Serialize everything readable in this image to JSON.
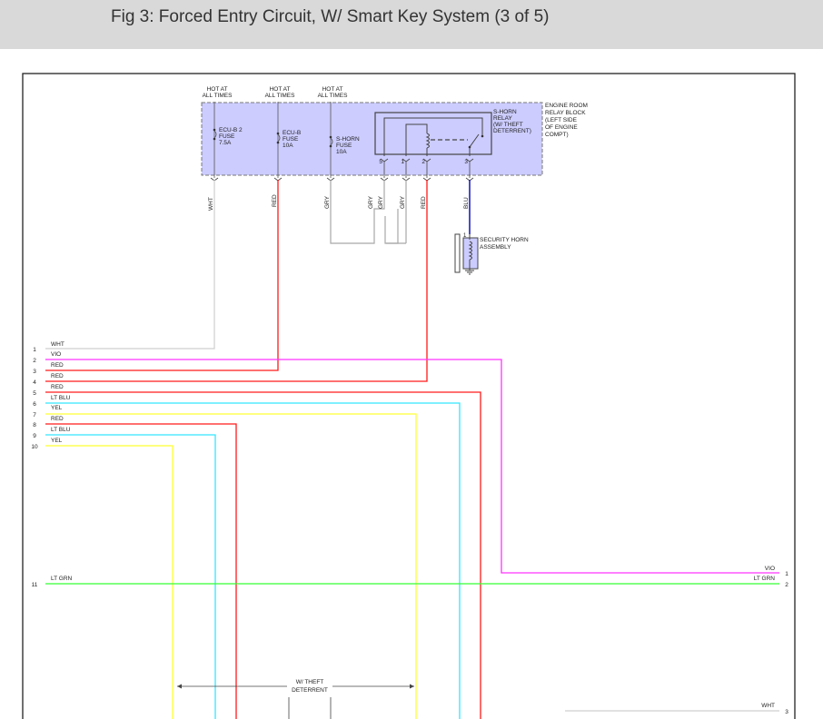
{
  "header": {
    "title": "Fig 3: Forced Entry Circuit, W/ Smart Key System (3 of 5)"
  },
  "colors": {
    "WHT": "#cfcfcf",
    "RED": "#ff1a1a",
    "GRY": "#a8a8a8",
    "BLU": "#1f1fbf",
    "VIO": "#ff33ff",
    "LTBLU": "#33e6ff",
    "YEL": "#ffff33",
    "LTGRN": "#33ff33",
    "relay_fill": "#ccccff",
    "relay_border": "#777777"
  },
  "power_labels": [
    {
      "line1": "HOT AT",
      "line2": "ALL TIMES"
    },
    {
      "line1": "HOT AT",
      "line2": "ALL TIMES"
    },
    {
      "line1": "HOT AT",
      "line2": "ALL TIMES"
    }
  ],
  "fuses": [
    {
      "l1": "ECU-B 2",
      "l2": "FUSE",
      "l3": "7.5A"
    },
    {
      "l1": "ECU-B",
      "l2": "FUSE",
      "l3": "10A"
    },
    {
      "l1": "S-HORN",
      "l2": "FUSE",
      "l3": "10A"
    }
  ],
  "relay": {
    "l1": "S-HORN",
    "l2": "RELAY",
    "l3": "(W/ THEFT",
    "l4": "DETERRENT)"
  },
  "relay_block": {
    "l1": "ENGINE ROOM",
    "l2": "RELAY BLOCK",
    "l3": "(LEFT SIDE",
    "l4": "OF ENGINE",
    "l5": "COMPT)"
  },
  "relay_pins": [
    "5",
    "1",
    "2",
    "3"
  ],
  "vertical_wire_labels": [
    "WHT",
    "RED",
    "GRY",
    "GRY",
    "GRY",
    "GRY",
    "RED",
    "BLU"
  ],
  "horn": {
    "pin": "1",
    "l1": "SECURITY HORN",
    "l2": "ASSEMBLY"
  },
  "left_connector": [
    {
      "pin": "1",
      "color": "WHT"
    },
    {
      "pin": "2",
      "color": "VIO"
    },
    {
      "pin": "3",
      "color": "RED"
    },
    {
      "pin": "4",
      "color": "RED"
    },
    {
      "pin": "5",
      "color": "RED"
    },
    {
      "pin": "6",
      "color": "LT BLU"
    },
    {
      "pin": "7",
      "color": "YEL"
    },
    {
      "pin": "8",
      "color": "RED"
    },
    {
      "pin": "9",
      "color": "LT BLU"
    },
    {
      "pin": "10",
      "color": "YEL"
    },
    {
      "pin": "11",
      "color": "LT GRN"
    }
  ],
  "right_connector": [
    {
      "pin": "1",
      "color": "VIO"
    },
    {
      "pin": "2",
      "color": "LT GRN"
    },
    {
      "pin": "3",
      "color": "WHT"
    }
  ],
  "theft_deterrent": {
    "l1": "W/ THEFT",
    "l2": "DETERRENT"
  }
}
